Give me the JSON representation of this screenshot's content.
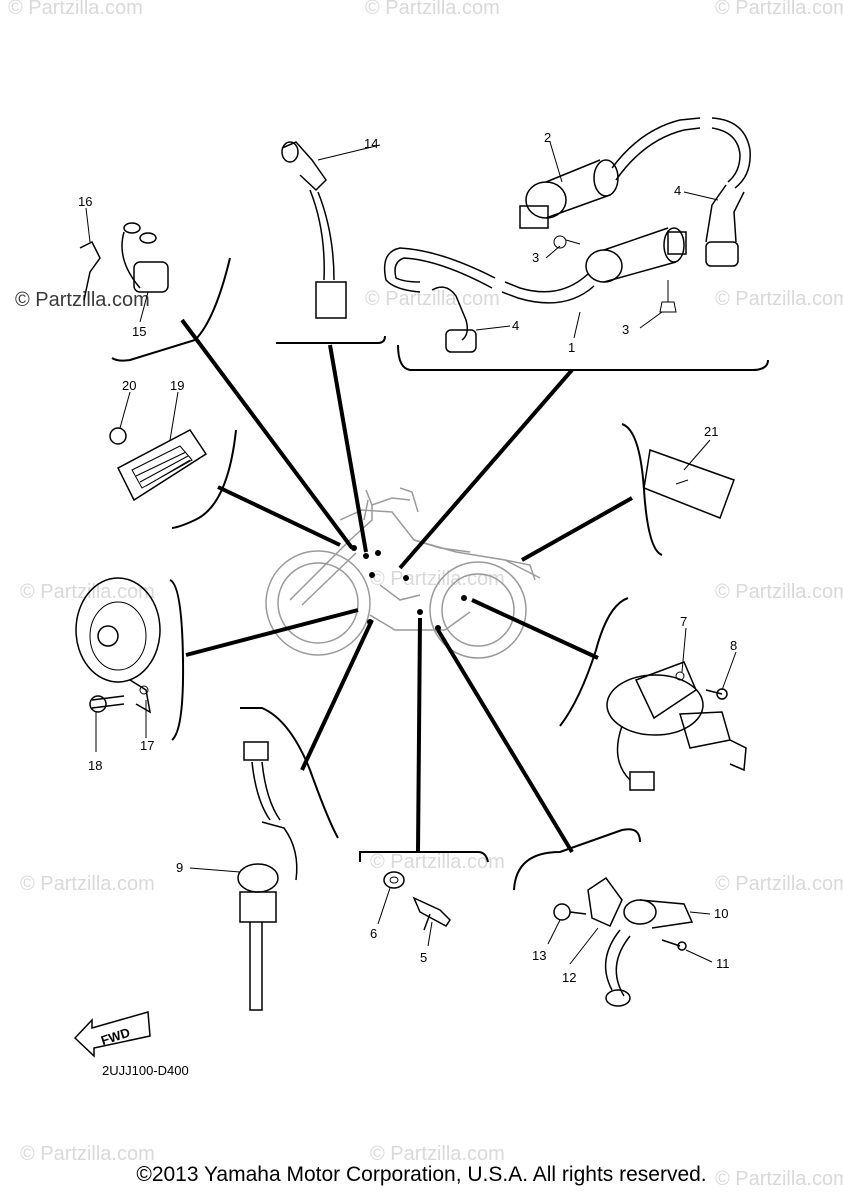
{
  "watermark_text": "© Partzilla.com",
  "diagram_code": "2UJJ100-D400",
  "fwd_label": "FWD",
  "copyright": "©2013 Yamaha Motor Corporation, U.S.A. All rights reserved.",
  "callouts": {
    "n1": "1",
    "n2": "2",
    "n3a": "3",
    "n3b": "3",
    "n4a": "4",
    "n4b": "4",
    "n5": "5",
    "n6": "6",
    "n7": "7",
    "n8": "8",
    "n9": "9",
    "n10": "10",
    "n11": "11",
    "n12": "12",
    "n13": "13",
    "n14": "14",
    "n15": "15",
    "n16": "16",
    "n17": "17",
    "n18": "18",
    "n19": "19",
    "n20": "20",
    "n21": "21"
  }
}
